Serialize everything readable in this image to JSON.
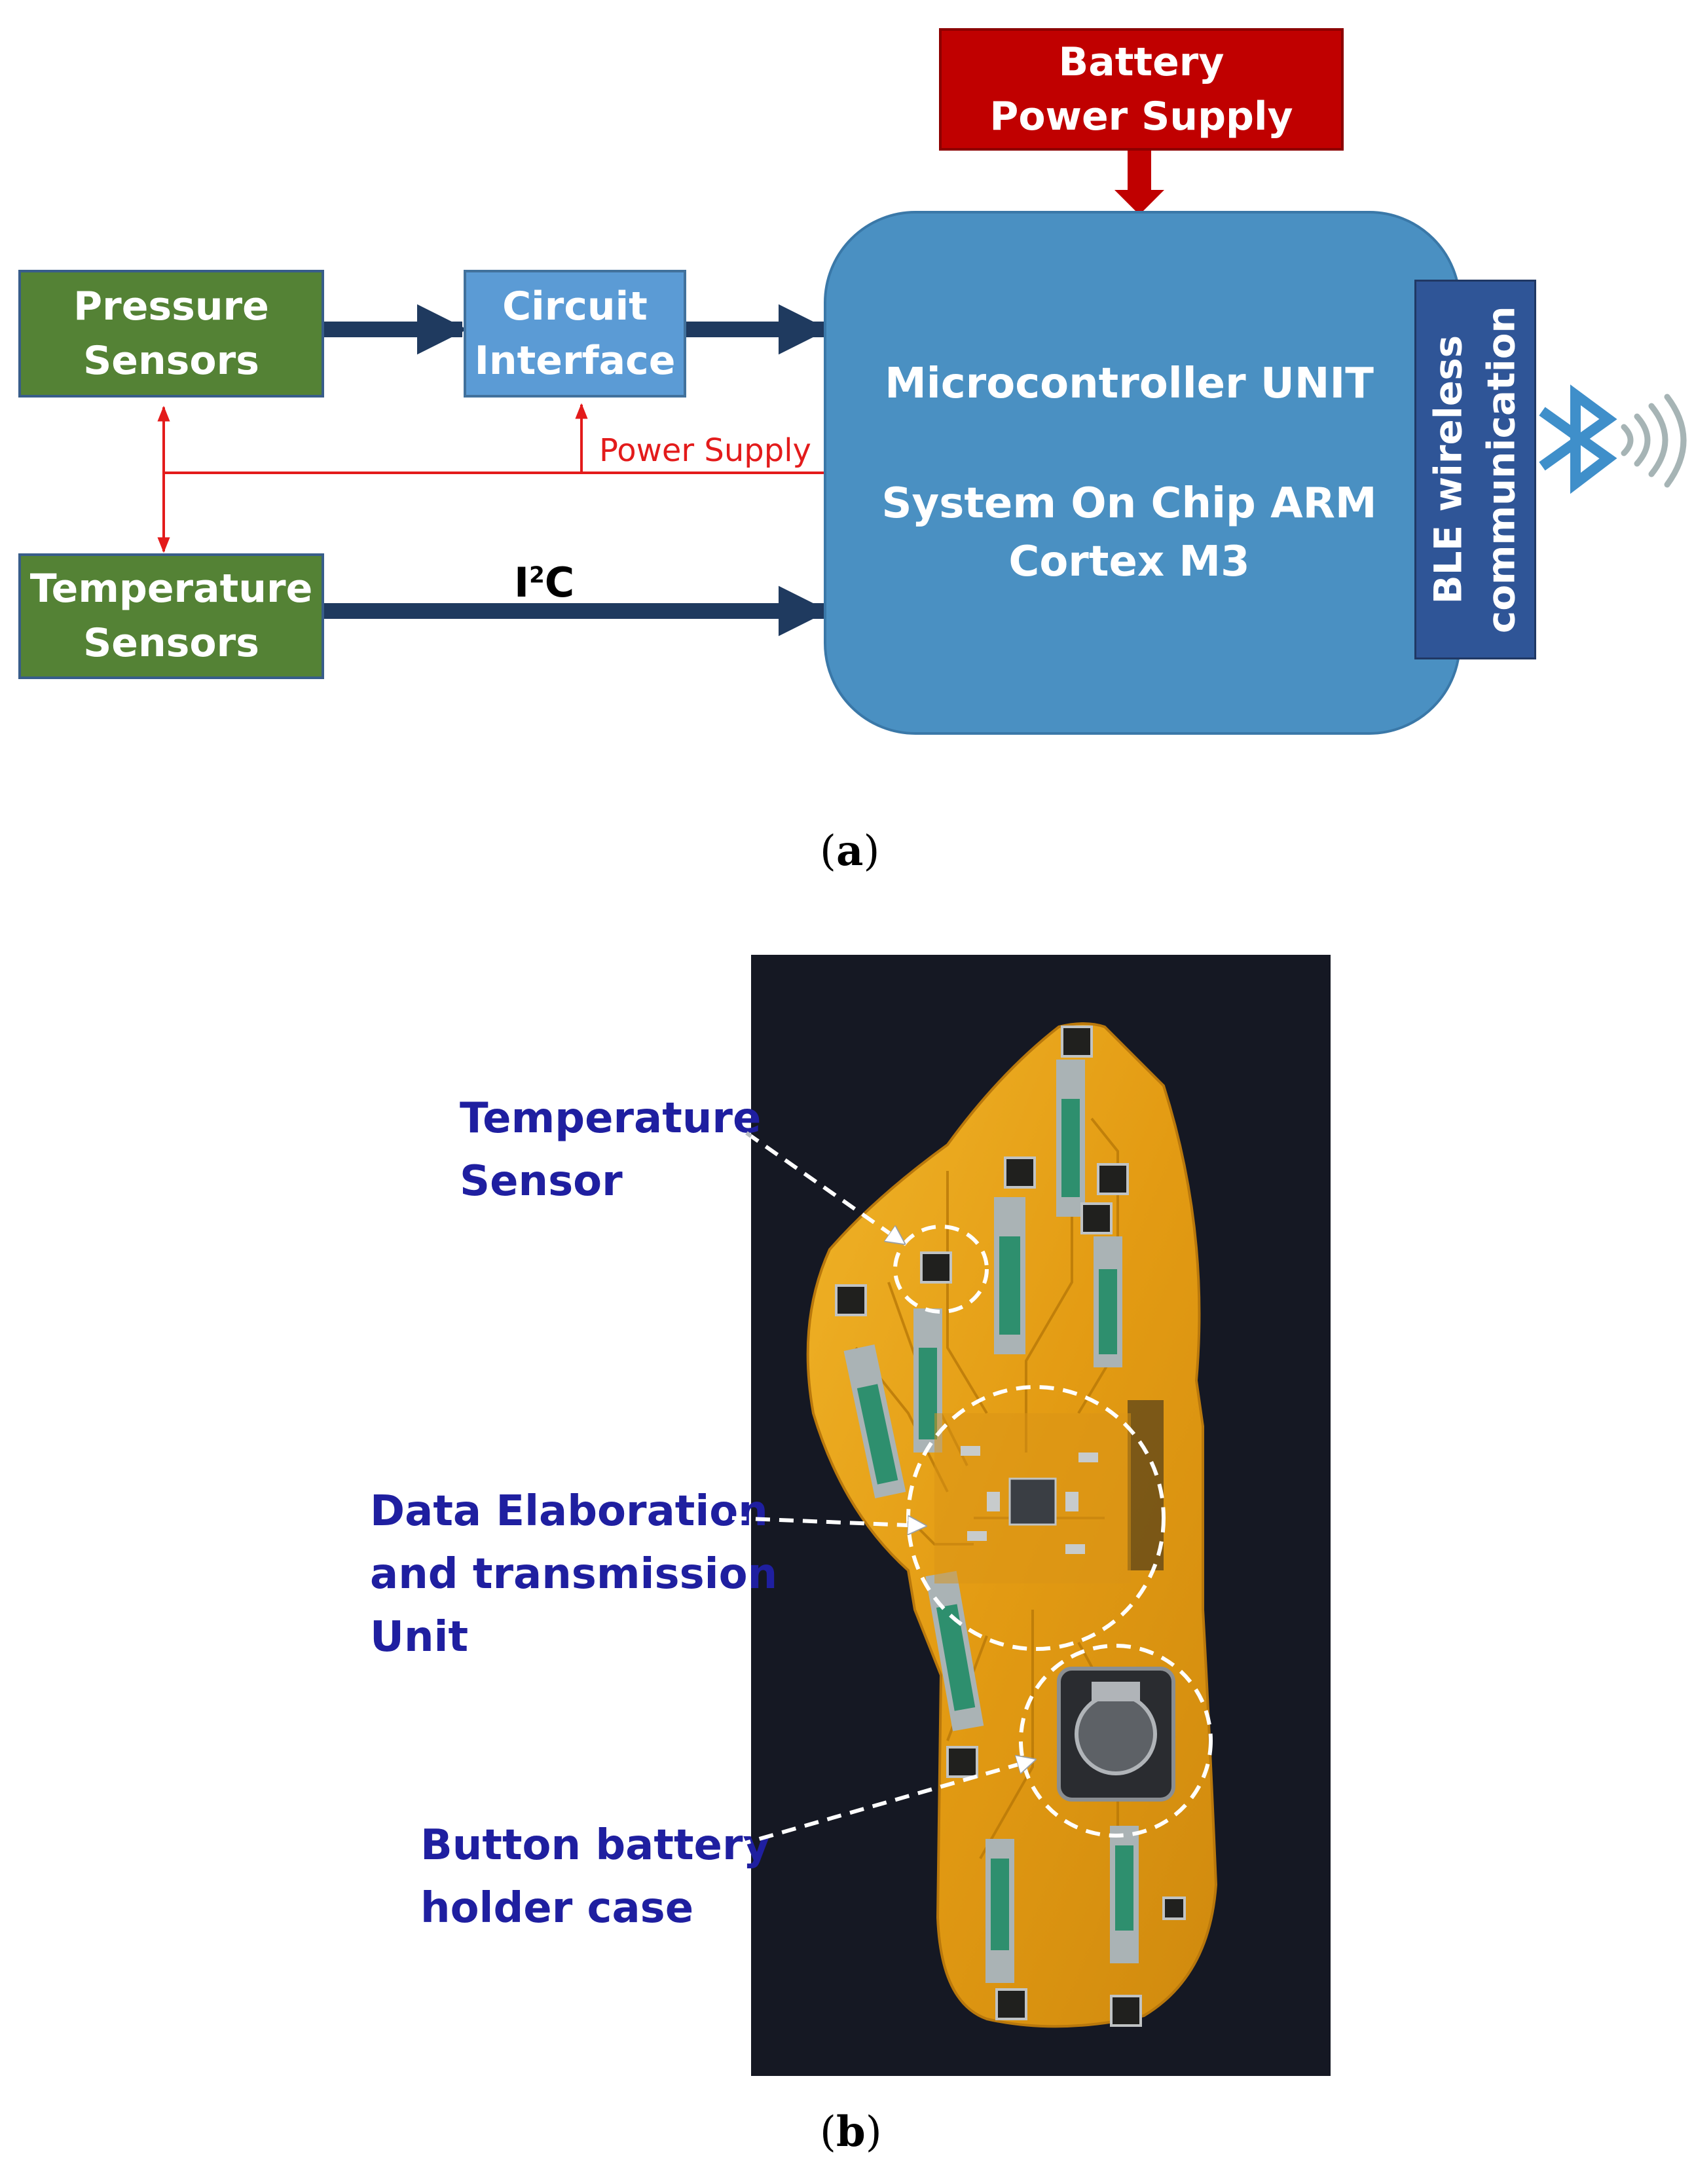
{
  "part_a": {
    "caption": "a",
    "pressure_sensors": "Pressure\nSensors",
    "circuit_interface": "Circuit\nInterface",
    "temperature_sensors": "Temperature\nSensors",
    "battery": "Battery\nPower Supply",
    "mcu_line1": "Microcontroller UNIT",
    "mcu_line2": "System On Chip ARM\nCortex M3",
    "ble": "BLE wireless\ncommunication",
    "power_supply_label": "Power Supply",
    "i2c_main": "I",
    "i2c_sup": "2",
    "i2c_tail": "C",
    "bluetooth_icon": "bluetooth-icon"
  },
  "part_b": {
    "caption": "b",
    "label_temperature": "Temperature\nSensor",
    "label_data_unit": "Data Elaboration\nand transmission\nUnit",
    "label_battery_holder": "Button battery\nholder case"
  },
  "colors": {
    "green": "#548235",
    "light_blue": "#5b9bd5",
    "mcu_blue": "#4a90c2",
    "ble_dark_blue": "#2f5597",
    "battery_red": "#c00000",
    "arrow_navy": "#1f3a5f",
    "power_red": "#e31b1b",
    "label_navy": "#1f1fa0",
    "pcb_gold": "#e8a317"
  }
}
